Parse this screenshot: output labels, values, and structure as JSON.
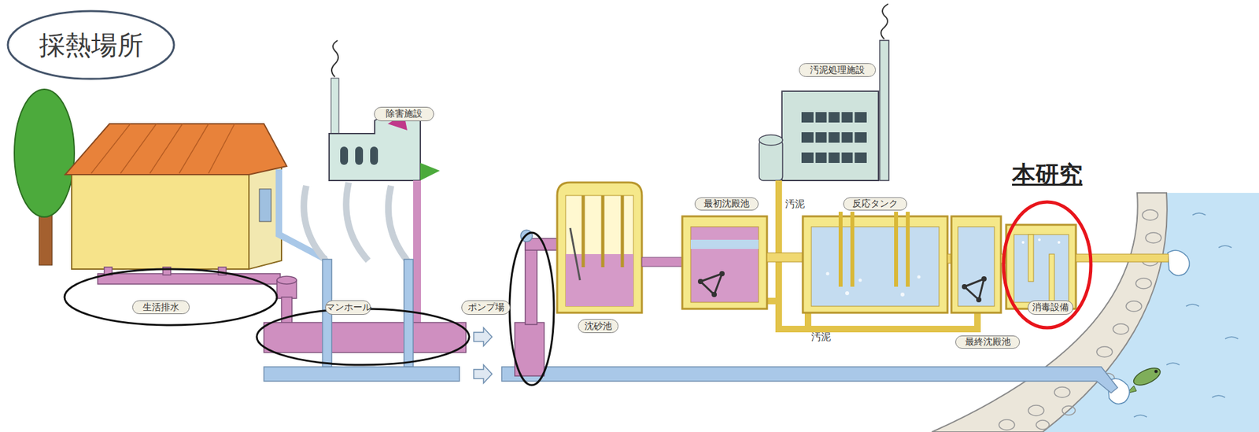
{
  "diagram": {
    "nodes": [
      {
        "text": [
          "採熱場所"
        ]
      },
      {
        "text": [
          "除害施設"
        ]
      },
      {
        "text": [
          "汚泥処理施設"
        ]
      },
      {
        "text": [
          "生活排水"
        ]
      },
      {
        "text": [
          "マンホール"
        ]
      },
      {
        "text": [
          "ポンプ場"
        ]
      },
      {
        "text": [
          "沈砂池"
        ]
      },
      {
        "text": [
          "最初沈殿池"
        ]
      },
      {
        "text": [
          "反応タンク"
        ]
      },
      {
        "text": [
          "最終沈殿池"
        ]
      },
      {
        "text": [
          "本研究"
        ]
      },
      {
        "text": [
          "消毒設備"
        ],
        "in": 10
      }
    ],
    "labels": [
      "汚泥",
      "汚泥"
    ]
  }
}
